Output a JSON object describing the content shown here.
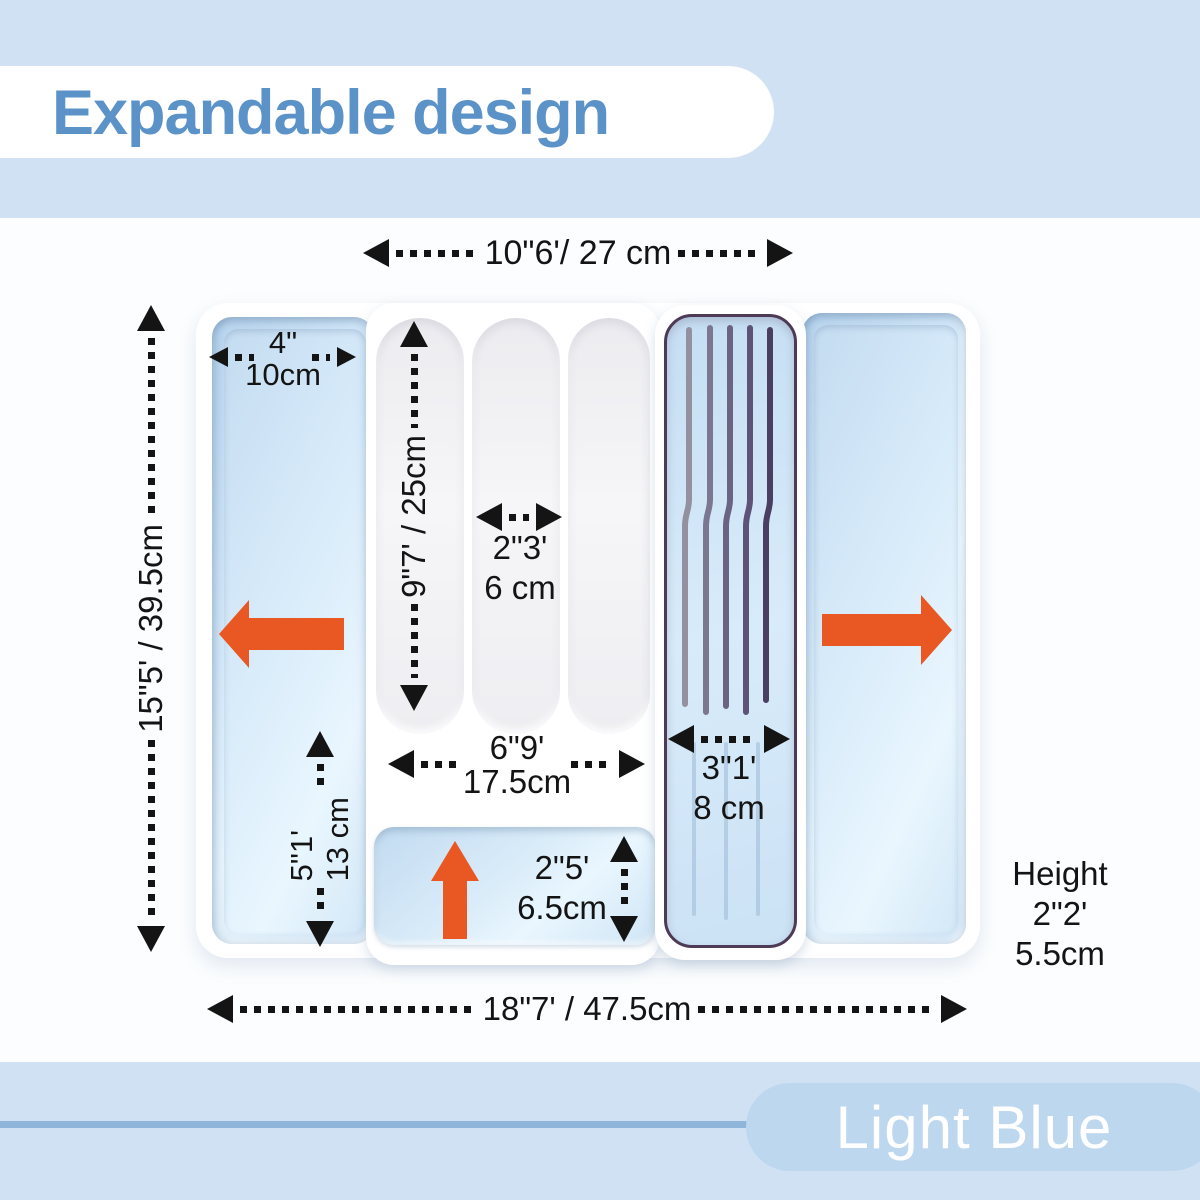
{
  "title": "Expandable design",
  "color_banner": {
    "label": "Light Blue"
  },
  "dimensions": {
    "module_width": "10\"6'/ 27 cm",
    "wing_width": [
      "4\"",
      "10cm"
    ],
    "tray_depth": "15\"5' / 39.5cm",
    "slot_length": "9\"7' / 25cm",
    "slot_width": [
      "2\"3'",
      "6 cm"
    ],
    "center_width": [
      "6\"9'",
      "17.5cm"
    ],
    "left_lower_depth": [
      "5\"1'",
      "13 cm"
    ],
    "small_tray_depth": [
      "2\"5'",
      "6.5cm"
    ],
    "knife_block_width": [
      "3\"1'",
      "8 cm"
    ],
    "total_width": "18\"7' / 47.5cm",
    "height_note": [
      "Height",
      "2\"2'",
      "5.5cm"
    ]
  },
  "colors": {
    "background": "#cfe1f3",
    "accent_blue": "#5b93c8",
    "banner_blue": "#bdd7ee",
    "tray_blue": "#cde3f6",
    "arrow_orange": "#e95722",
    "ink": "#141414"
  }
}
